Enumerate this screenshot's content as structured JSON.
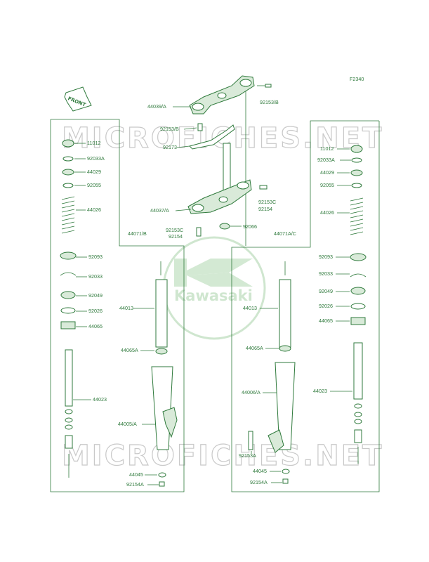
{
  "figure_code": "F2340",
  "watermark": "MICROFICHES.NET",
  "logo_text": "Kawasaki",
  "front_arrow": "FRONT",
  "labels": {
    "l44039A": "44039/A",
    "l92153B_a": "92153/B",
    "l92153B_b": "92153/B",
    "l92173": "92173",
    "l44037A": "44037/A",
    "l92153C_a": "92153C",
    "l92154_a": "92154",
    "l92066": "92066",
    "l92153C_b": "92153C",
    "l92154_b": "92154",
    "l44071B": "44071/B",
    "l44071AC": "44071A/C",
    "L11012": "11012",
    "L92033A": "92033A",
    "L44029": "44029",
    "L92055": "92055",
    "L44026": "44026",
    "L92093": "92093",
    "L92033": "92033",
    "L92049": "92049",
    "L92026": "92026",
    "L44065": "44065",
    "L44023": "44023",
    "L44013": "44013",
    "L44065A": "44065A",
    "L44005A": "44005/A",
    "L44045": "44045",
    "L92154A": "92154A",
    "R11012": "11012",
    "R92033A": "92033A",
    "R44029": "44029",
    "R92055": "92055",
    "R44026": "44026",
    "R92093": "92093",
    "R92033": "92033",
    "R92049": "92049",
    "R92026": "92026",
    "R44065": "44065",
    "R44023": "44023",
    "R44013": "44013",
    "R44065A": "44065A",
    "R44006A": "44006/A",
    "R92153A": "92153A",
    "R44045": "44045",
    "R92154A": "92154A"
  },
  "colors": {
    "line": "#2f7a3c",
    "part_fill": "#d9ead9",
    "watermark": "#c9c9c9",
    "logo": "#cfe6cf"
  }
}
